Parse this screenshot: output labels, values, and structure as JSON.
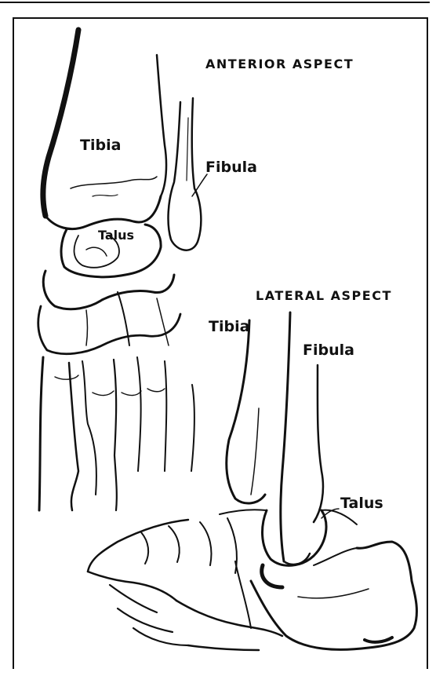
{
  "anterior": {
    "heading": "ANTERIOR ASPECT",
    "labels": {
      "tibia": "Tibia",
      "fibula": "Fibula",
      "talus": "Talus"
    }
  },
  "lateral": {
    "heading": "LATERAL ASPECT",
    "labels": {
      "tibia": "Tibia",
      "fibula": "Fibula",
      "talus": "Talus"
    }
  },
  "colors": {
    "ink": "#111111",
    "paper": "#ffffff"
  }
}
